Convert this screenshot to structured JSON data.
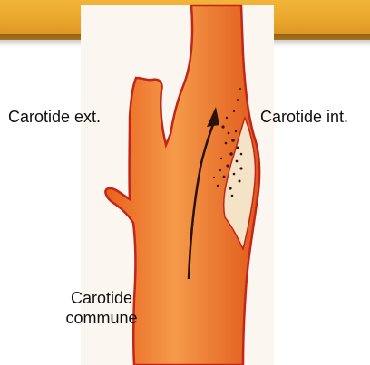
{
  "labels": {
    "external_carotid": "Carotide ext.",
    "internal_carotid": "Carotide int.",
    "common_carotid_line1": "Carotide",
    "common_carotid_line2": "commune"
  },
  "colors": {
    "banner": "#e9a52b",
    "artery_fill": "#f07a2c",
    "artery_outline": "#c2261b",
    "plaque": "#f4e3c6",
    "flow_arrow": "#2a1208"
  }
}
